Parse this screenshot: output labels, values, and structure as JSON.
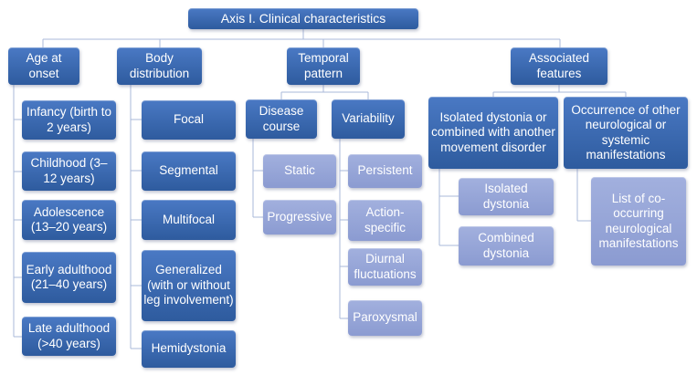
{
  "title": "Axis I. Clinical characteristics diagram",
  "colors": {
    "node_dark_top": "#4a79c4",
    "node_dark_bottom": "#2e5b9e",
    "node_light_top": "#a2b0de",
    "node_light_bottom": "#8b9bd1",
    "connector": "#aab8da",
    "text": "#ffffff",
    "background": "#ffffff"
  },
  "nodes": {
    "root": "Axis I. Clinical characteristics",
    "age_at_onset": "Age at onset",
    "infancy": "Infancy (birth to 2 years)",
    "childhood": "Childhood (3–12 years)",
    "adolescence": "Adolescence (13–20 years)",
    "early_adulthood": "Early adulthood (21–40 years)",
    "late_adulthood": "Late adulthood (>40 years)",
    "body_distribution": "Body distribution",
    "focal": "Focal",
    "segmental": "Segmental",
    "multifocal": "Multifocal",
    "generalized": "Generalized (with or without leg involvement)",
    "hemidystonia": "Hemidystonia",
    "temporal_pattern": "Temporal pattern",
    "disease_course": "Disease course",
    "static": "Static",
    "progressive": "Progressive",
    "variability": "Variability",
    "persistent": "Persistent",
    "action_specific": "Action-specific",
    "diurnal_fluctuations": "Diurnal fluctuations",
    "paroxysmal": "Paroxysmal",
    "associated_features": "Associated features",
    "isolated_or_combined": "Isolated dystonia or combined with another movement disorder",
    "isolated_dystonia": "Isolated dystonia",
    "combined_dystonia": "Combined dystonia",
    "occurrence_other": "Occurrence of other neurological or systemic manifestations",
    "co_occurring_list": "List of co-occurring neurological manifestations"
  },
  "hierarchy": {
    "root": "root",
    "branches": [
      {
        "id": "age_at_onset",
        "children": [
          "infancy",
          "childhood",
          "adolescence",
          "early_adulthood",
          "late_adulthood"
        ]
      },
      {
        "id": "body_distribution",
        "children": [
          "focal",
          "segmental",
          "multifocal",
          "generalized",
          "hemidystonia"
        ]
      },
      {
        "id": "temporal_pattern",
        "children": [
          {
            "id": "disease_course",
            "children": [
              "static",
              "progressive"
            ]
          },
          {
            "id": "variability",
            "children": [
              "persistent",
              "action_specific",
              "diurnal_fluctuations",
              "paroxysmal"
            ]
          }
        ]
      },
      {
        "id": "associated_features",
        "children": [
          {
            "id": "isolated_or_combined",
            "children": [
              "isolated_dystonia",
              "combined_dystonia"
            ]
          },
          {
            "id": "occurrence_other",
            "children": [
              "co_occurring_list"
            ]
          }
        ]
      }
    ]
  }
}
